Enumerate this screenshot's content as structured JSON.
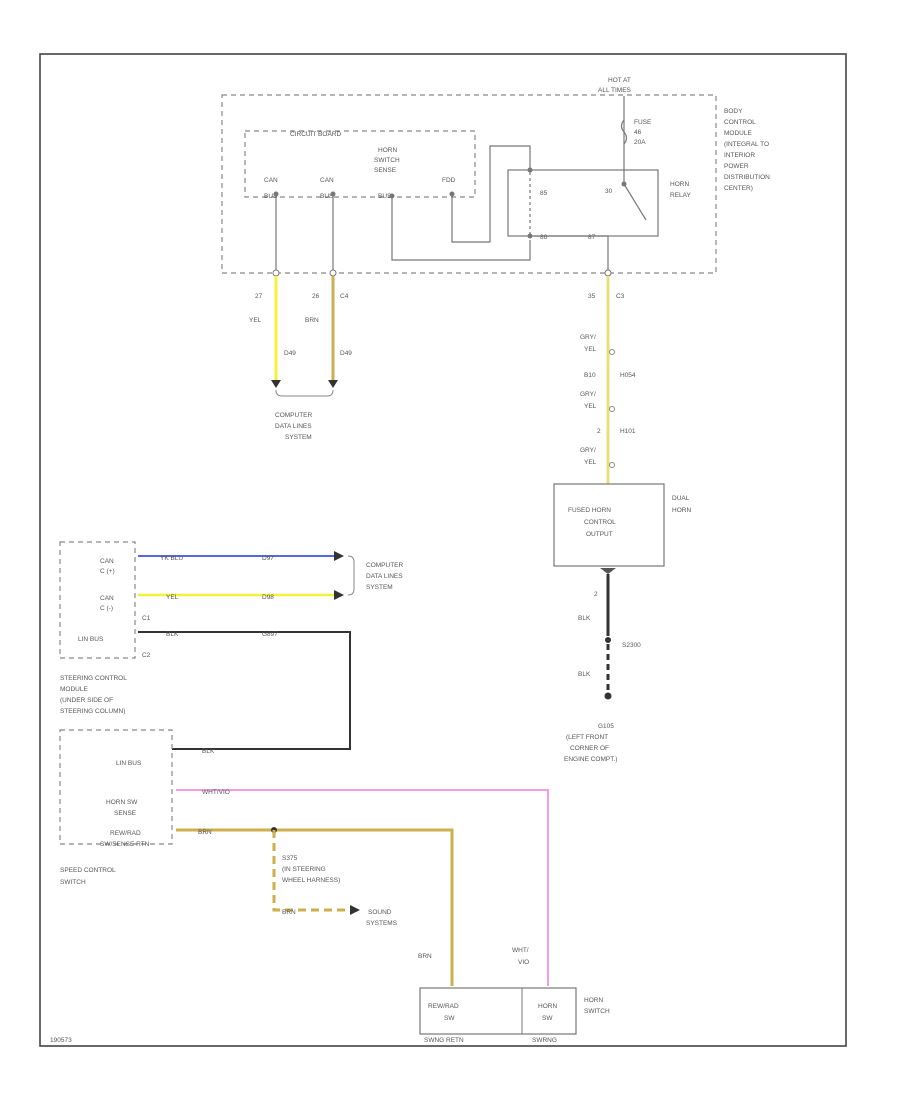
{
  "labels": {
    "hot_at": "HOT AT",
    "all_times": "ALL TIMES",
    "fuse_1": "FUSE",
    "fuse_2": "46",
    "fuse_3": "20A",
    "bcm_1": "BODY",
    "bcm_2": "CONTROL",
    "bcm_3": "MODULE",
    "bcm_4": "(INTEGRAL TO",
    "bcm_5": "INTERIOR",
    "bcm_6": "POWER",
    "bcm_7": "DISTRIBUTION",
    "bcm_8": "CENTER)",
    "circuit_board": "CIRCUIT BOARD",
    "can_h": "CAN",
    "can_h_sub": "BUS",
    "can_l": "CAN",
    "can_l_sub": "BUS",
    "horn_sw_1": "HORN",
    "horn_sw_2": "SWITCH",
    "horn_sw_3": "SENSE",
    "horn_sw_4": "BUS",
    "fdd": "FDD",
    "pin_85": "85",
    "pin_30": "30",
    "pin_86": "86",
    "pin_87": "87",
    "horn_relay_1": "HORN",
    "horn_relay_2": "RELAY",
    "pin_27": "27",
    "yel": "YEL",
    "pin_26": "26",
    "c4": "C4",
    "brn": "BRN",
    "d49_a": "D49",
    "d49_b": "D49",
    "pin_35": "35",
    "c3": "C3",
    "gry_1": "GRY/",
    "yel_1": "YEL",
    "pin_b10": "B10",
    "c_h054": "H054",
    "gry_2": "GRY/",
    "yel_2": "YEL",
    "pin_2": "2",
    "c_h101": "H101",
    "gry_3": "GRY/",
    "yel_3": "YEL",
    "cdl_1": "COMPUTER",
    "cdl_2": "DATA LINES",
    "cdl_3": "SYSTEM",
    "horn_box_1": "FUSED HORN",
    "horn_box_2": "CONTROL",
    "horn_box_3": "OUTPUT",
    "dual_horn_1": "DUAL",
    "dual_horn_2": "HORN",
    "pin_ground_2": "2",
    "blk_1": "BLK",
    "splice": "S2300",
    "blk_2": "BLK",
    "gnd_1": "G105",
    "gnd_2": "(LEFT FRONT",
    "gnd_3": "CORNER OF",
    "gnd_4": "ENGINE COMPT.)",
    "scm_can_h_1": "CAN",
    "scm_can_h_2": "C (+)",
    "scm_can_l_1": "CAN",
    "scm_can_l_2": "C (-)",
    "w_ykblu": "YK BLU",
    "w_d97": "D97",
    "w_yel": "YEL",
    "w_d98": "D98",
    "c1": "C1",
    "lin_bus": "LIN BUS",
    "w_blk": "BLK",
    "w_g897": "G897",
    "c2": "C2",
    "cdl2_1": "COMPUTER",
    "cdl2_2": "DATA LINES",
    "cdl2_3": "SYSTEM",
    "scm_1": "STEERING CONTROL",
    "scm_2": "MODULE",
    "scm_3": "(UNDER SIDE OF",
    "scm_4": "STEERING COLUMN)",
    "sc_lin": "LIN BUS",
    "sc_blk": "BLK",
    "sc_horn_1": "HORN SW",
    "sc_horn_2": "SENSE",
    "sc_rew_1": "REW/RAD",
    "sc_rew_2": "SW/SENSE RTN",
    "sc_whtvio": "WHT/VIO",
    "sc_brn": "BRN",
    "speed_1": "SPEED CONTROL",
    "speed_2": "SWITCH",
    "s_1": "S375",
    "s_2": "(IN STEERING",
    "s_3": "WHEEL HARNESS)",
    "s_brn": "BRN",
    "sound_1": "SOUND",
    "sound_2": "SYSTEMS",
    "brn_v": "BRN",
    "wht_v1": "WHT/",
    "wht_v2": "VIO",
    "sw_1a": "REW/RAD",
    "sw_1b": "SW",
    "sw_2a": "HORN",
    "sw_2b": "SW",
    "sw_c1": "SWNG RETN",
    "sw_c2": "SWRNG",
    "horn_sw_lbl_1": "HORN",
    "horn_sw_lbl_2": "SWITCH",
    "fig_id": "190573"
  },
  "colors": {
    "yellow": "#f5f03a",
    "tan": "#cfae4e",
    "blue": "#3b52e0",
    "pink": "#f29ce8",
    "gray": "#8a8a8a",
    "black": "#333333"
  }
}
